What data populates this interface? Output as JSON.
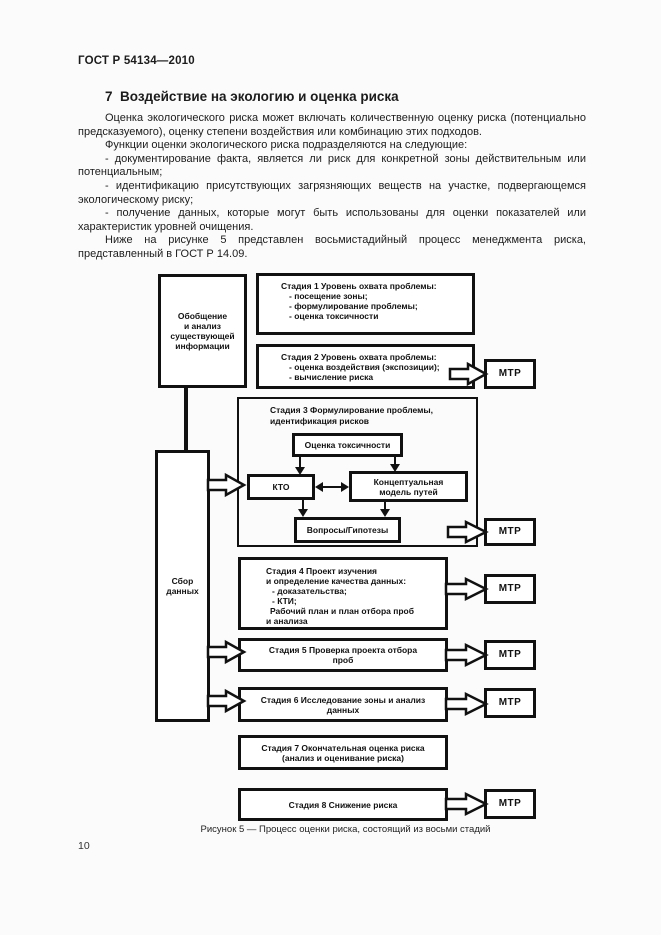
{
  "page": {
    "header": "ГОСТ Р 54134—2010",
    "page_number": "10"
  },
  "section": {
    "heading": "7  Воздействие на экологию и оценка риска",
    "paragraphs": [
      "Оценка экологического риска может включать количественную оценку риска (потенциально предсказуемого), оценку степени воздействия или комбинацию этих подходов.",
      "Функции оценки экологического риска подразделяются на следующие:",
      "- документирование факта, является ли риск для конкретной зоны действительным или потенциальным;",
      "- идентификацию присутствующих загрязняющих веществ на участке, подвергающемся экологическому риску;",
      "- получение данных, которые могут быть использованы для оценки показателей или характеристик уровней очищения.",
      "Ниже на рисунке 5 представлен восьмистадийный процесс менеджмента риска, представленный в ГОСТ Р 14.09."
    ]
  },
  "figure": {
    "caption": "Рисунок 5 — Процесс оценки риска, состоящий из восьми стадий",
    "mtr_label": "МТР",
    "generalize": "Обобщение\nи анализ\nсуществующей\nинформации",
    "collect": "Сбор\nданных",
    "stage1": {
      "title": "Стадия 1 Уровень охвата проблемы:",
      "items": [
        "- посещение зоны;",
        "- формулирование проблемы;",
        "- оценка токсичности"
      ]
    },
    "stage2": {
      "title": "Стадия 2 Уровень охвата проблемы:",
      "items": [
        "- оценка воздействия (экспозиции);",
        "- вычисление риска"
      ]
    },
    "stage3": {
      "title": "Стадия 3 Формулирование проблемы,\nидентификация рисков",
      "toxicity": "Оценка токсичности",
      "kto": "КТО",
      "model": "Концептуальная\nмодель путей",
      "questions": "Вопросы/Гипотезы"
    },
    "stage4": {
      "lines": [
        "Стадия 4 Проект изучения",
        "и определение качества данных:",
        "- доказательства;",
        "- КТИ;",
        "Рабочий план и план отбора проб",
        "и анализа"
      ]
    },
    "stage5": "Стадия 5 Проверка проекта отбора\nпроб",
    "stage6": "Стадия 6 Исследование зоны и анализ\nданных",
    "stage7": "Стадия 7 Окончательная оценка риска\n(анализ и оценивание риска)",
    "stage8": "Стадия 8 Снижение риска"
  }
}
